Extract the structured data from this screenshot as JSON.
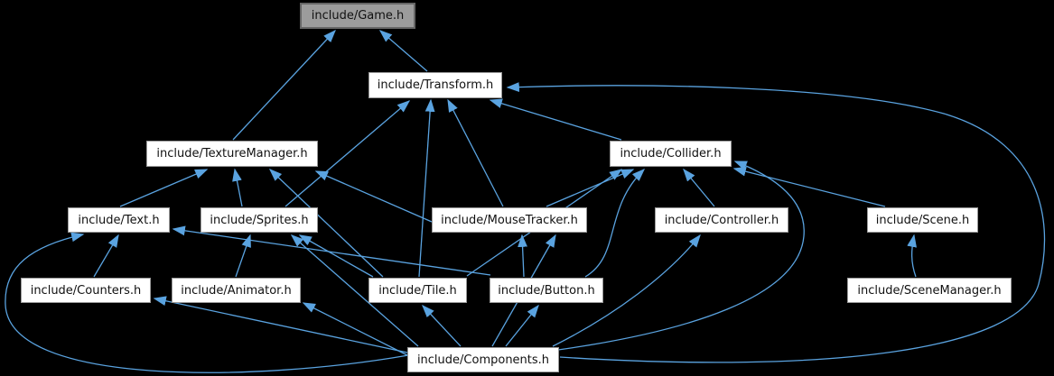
{
  "diagram": {
    "type": "include-dependency-graph",
    "highlighted_node": "game",
    "nodes": [
      {
        "id": "game",
        "label": "include/Game.h",
        "highlighted": true
      },
      {
        "id": "transform",
        "label": "include/Transform.h",
        "highlighted": false
      },
      {
        "id": "texturemanager",
        "label": "include/TextureManager.h",
        "highlighted": false
      },
      {
        "id": "collider",
        "label": "include/Collider.h",
        "highlighted": false
      },
      {
        "id": "text",
        "label": "include/Text.h",
        "highlighted": false
      },
      {
        "id": "sprites",
        "label": "include/Sprites.h",
        "highlighted": false
      },
      {
        "id": "mousetracker",
        "label": "include/MouseTracker.h",
        "highlighted": false
      },
      {
        "id": "controller",
        "label": "include/Controller.h",
        "highlighted": false
      },
      {
        "id": "scene",
        "label": "include/Scene.h",
        "highlighted": false
      },
      {
        "id": "counters",
        "label": "include/Counters.h",
        "highlighted": false
      },
      {
        "id": "animator",
        "label": "include/Animator.h",
        "highlighted": false
      },
      {
        "id": "tile",
        "label": "include/Tile.h",
        "highlighted": false
      },
      {
        "id": "button",
        "label": "include/Button.h",
        "highlighted": false
      },
      {
        "id": "scenemanager",
        "label": "include/SceneManager.h",
        "highlighted": false
      },
      {
        "id": "components",
        "label": "include/Components.h",
        "highlighted": false
      }
    ],
    "edges": [
      {
        "from": "texturemanager",
        "to": "game"
      },
      {
        "from": "transform",
        "to": "game"
      },
      {
        "from": "collider",
        "to": "transform"
      },
      {
        "from": "sprites",
        "to": "transform"
      },
      {
        "from": "tile",
        "to": "transform"
      },
      {
        "from": "mousetracker",
        "to": "transform"
      },
      {
        "from": "components",
        "to": "transform"
      },
      {
        "from": "text",
        "to": "texturemanager"
      },
      {
        "from": "sprites",
        "to": "texturemanager"
      },
      {
        "from": "tile",
        "to": "texturemanager"
      },
      {
        "from": "mousetracker",
        "to": "texturemanager"
      },
      {
        "from": "counters",
        "to": "text"
      },
      {
        "from": "button",
        "to": "text"
      },
      {
        "from": "components",
        "to": "text"
      },
      {
        "from": "animator",
        "to": "sprites"
      },
      {
        "from": "tile",
        "to": "sprites"
      },
      {
        "from": "components",
        "to": "sprites"
      },
      {
        "from": "button",
        "to": "mousetracker"
      },
      {
        "from": "components",
        "to": "mousetracker"
      },
      {
        "from": "mousetracker",
        "to": "collider"
      },
      {
        "from": "tile",
        "to": "collider"
      },
      {
        "from": "button",
        "to": "collider"
      },
      {
        "from": "controller",
        "to": "collider"
      },
      {
        "from": "scene",
        "to": "collider"
      },
      {
        "from": "components",
        "to": "collider"
      },
      {
        "from": "components",
        "to": "controller"
      },
      {
        "from": "scenemanager",
        "to": "scene"
      },
      {
        "from": "components",
        "to": "counters"
      },
      {
        "from": "components",
        "to": "animator"
      },
      {
        "from": "components",
        "to": "tile"
      },
      {
        "from": "components",
        "to": "button"
      }
    ],
    "colors": {
      "background": "#000000",
      "node_fill": "#ffffff",
      "node_border": "#9a9a9a",
      "node_text": "#111111",
      "highlight_fill": "#9c9c9c",
      "highlight_border": "#666666",
      "edge": "#5aa3e0"
    }
  }
}
